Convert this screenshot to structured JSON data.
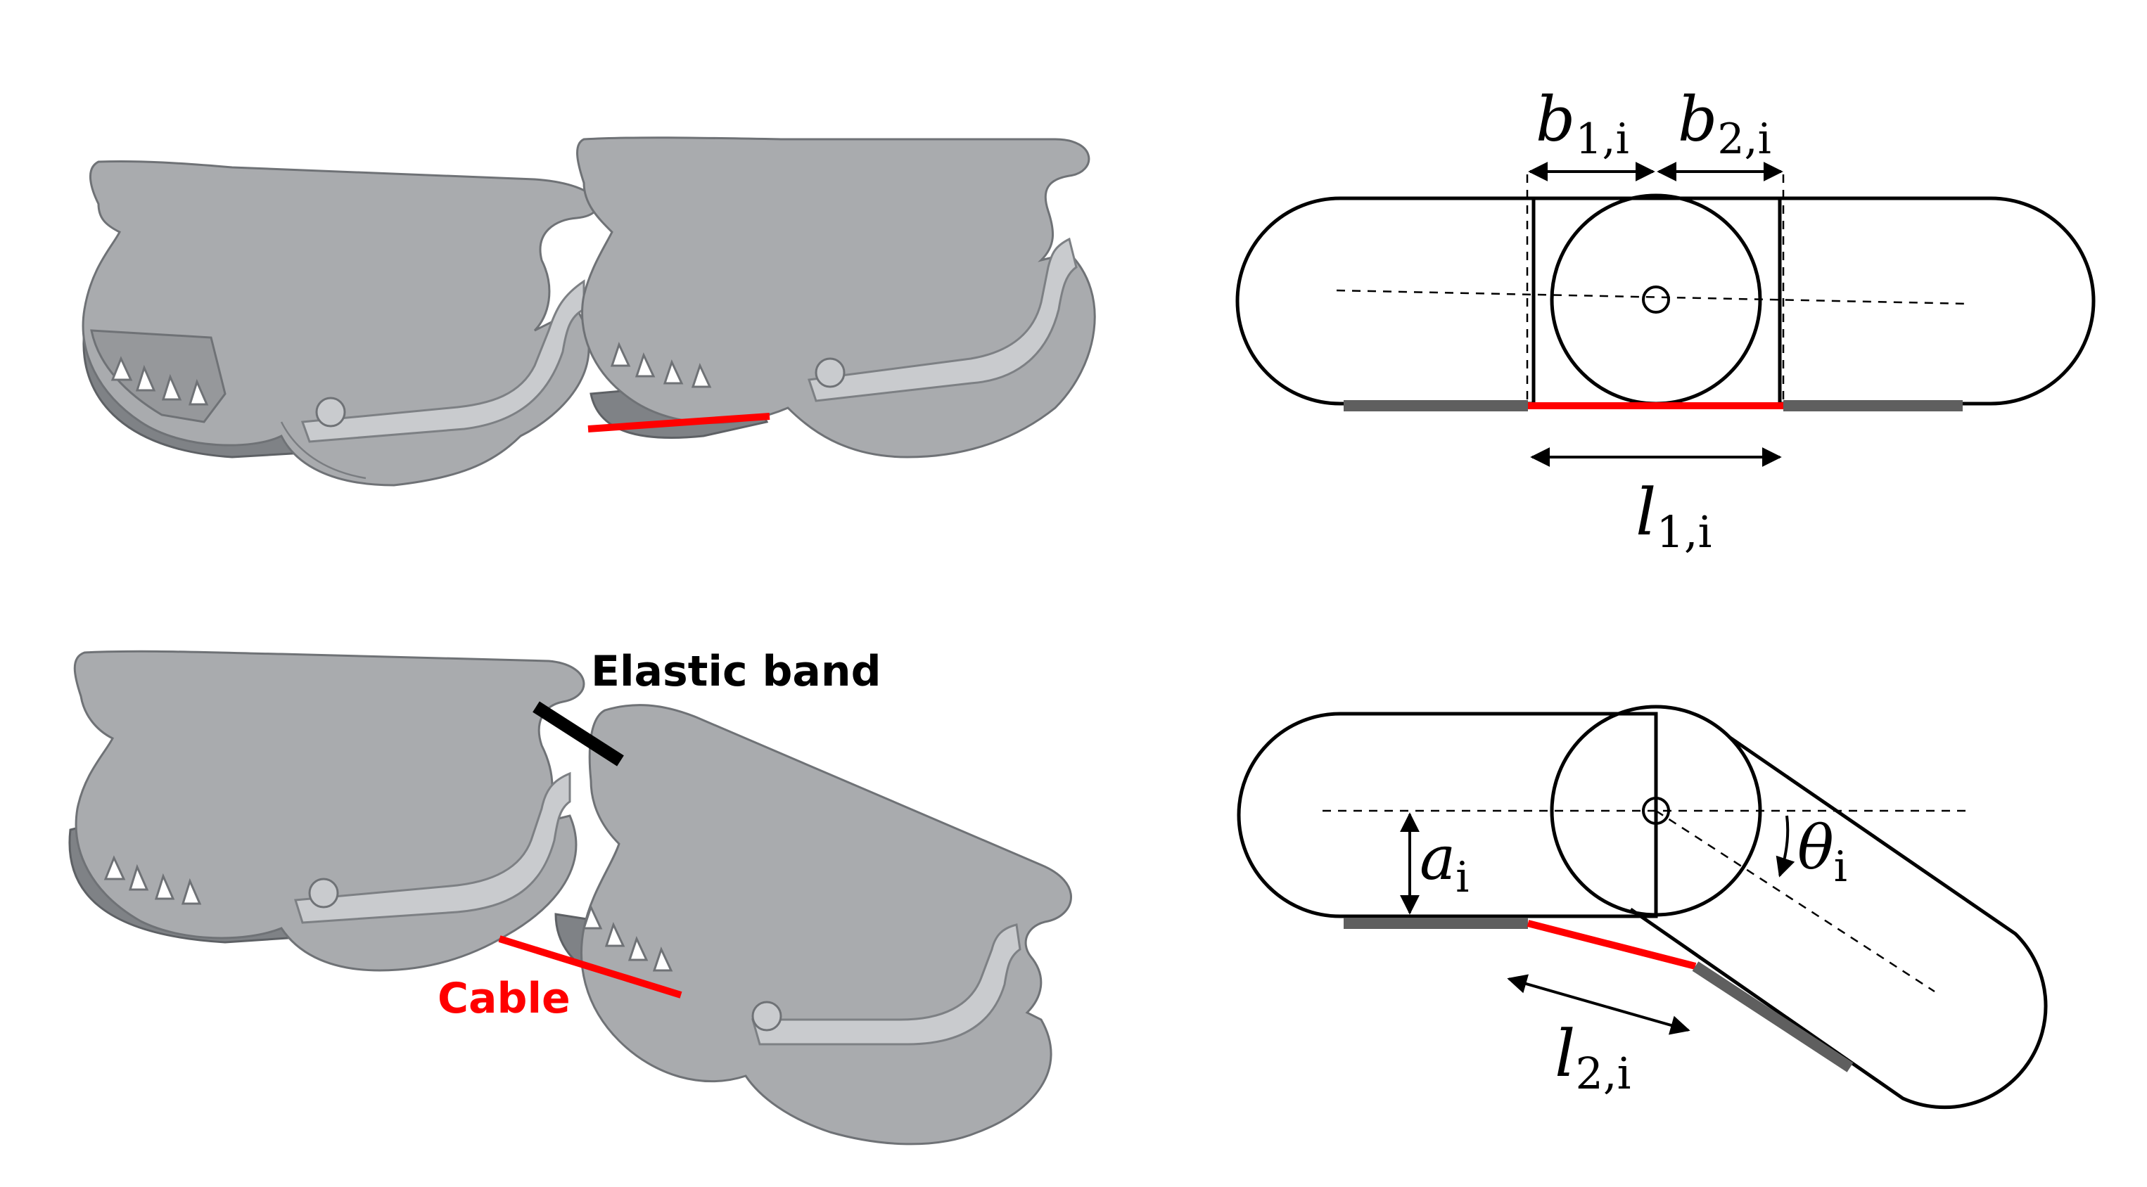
{
  "labels": {
    "elastic_band": "Elastic band",
    "cable": "Cable"
  },
  "symbols": {
    "b1": {
      "main": "b",
      "sub": "1,i"
    },
    "b2": {
      "main": "b",
      "sub": "2,i"
    },
    "l1": {
      "main": "l",
      "sub": "1,i"
    },
    "a": {
      "main": "a",
      "sub": "i"
    },
    "theta": {
      "main": "θ",
      "sub": "i"
    },
    "l2": {
      "main": "l",
      "sub": "2,i"
    }
  },
  "colors": {
    "cable": "#ff0000",
    "elastic_band": "#000000",
    "part": "#a9abae",
    "pad": "#5f5f5f"
  }
}
